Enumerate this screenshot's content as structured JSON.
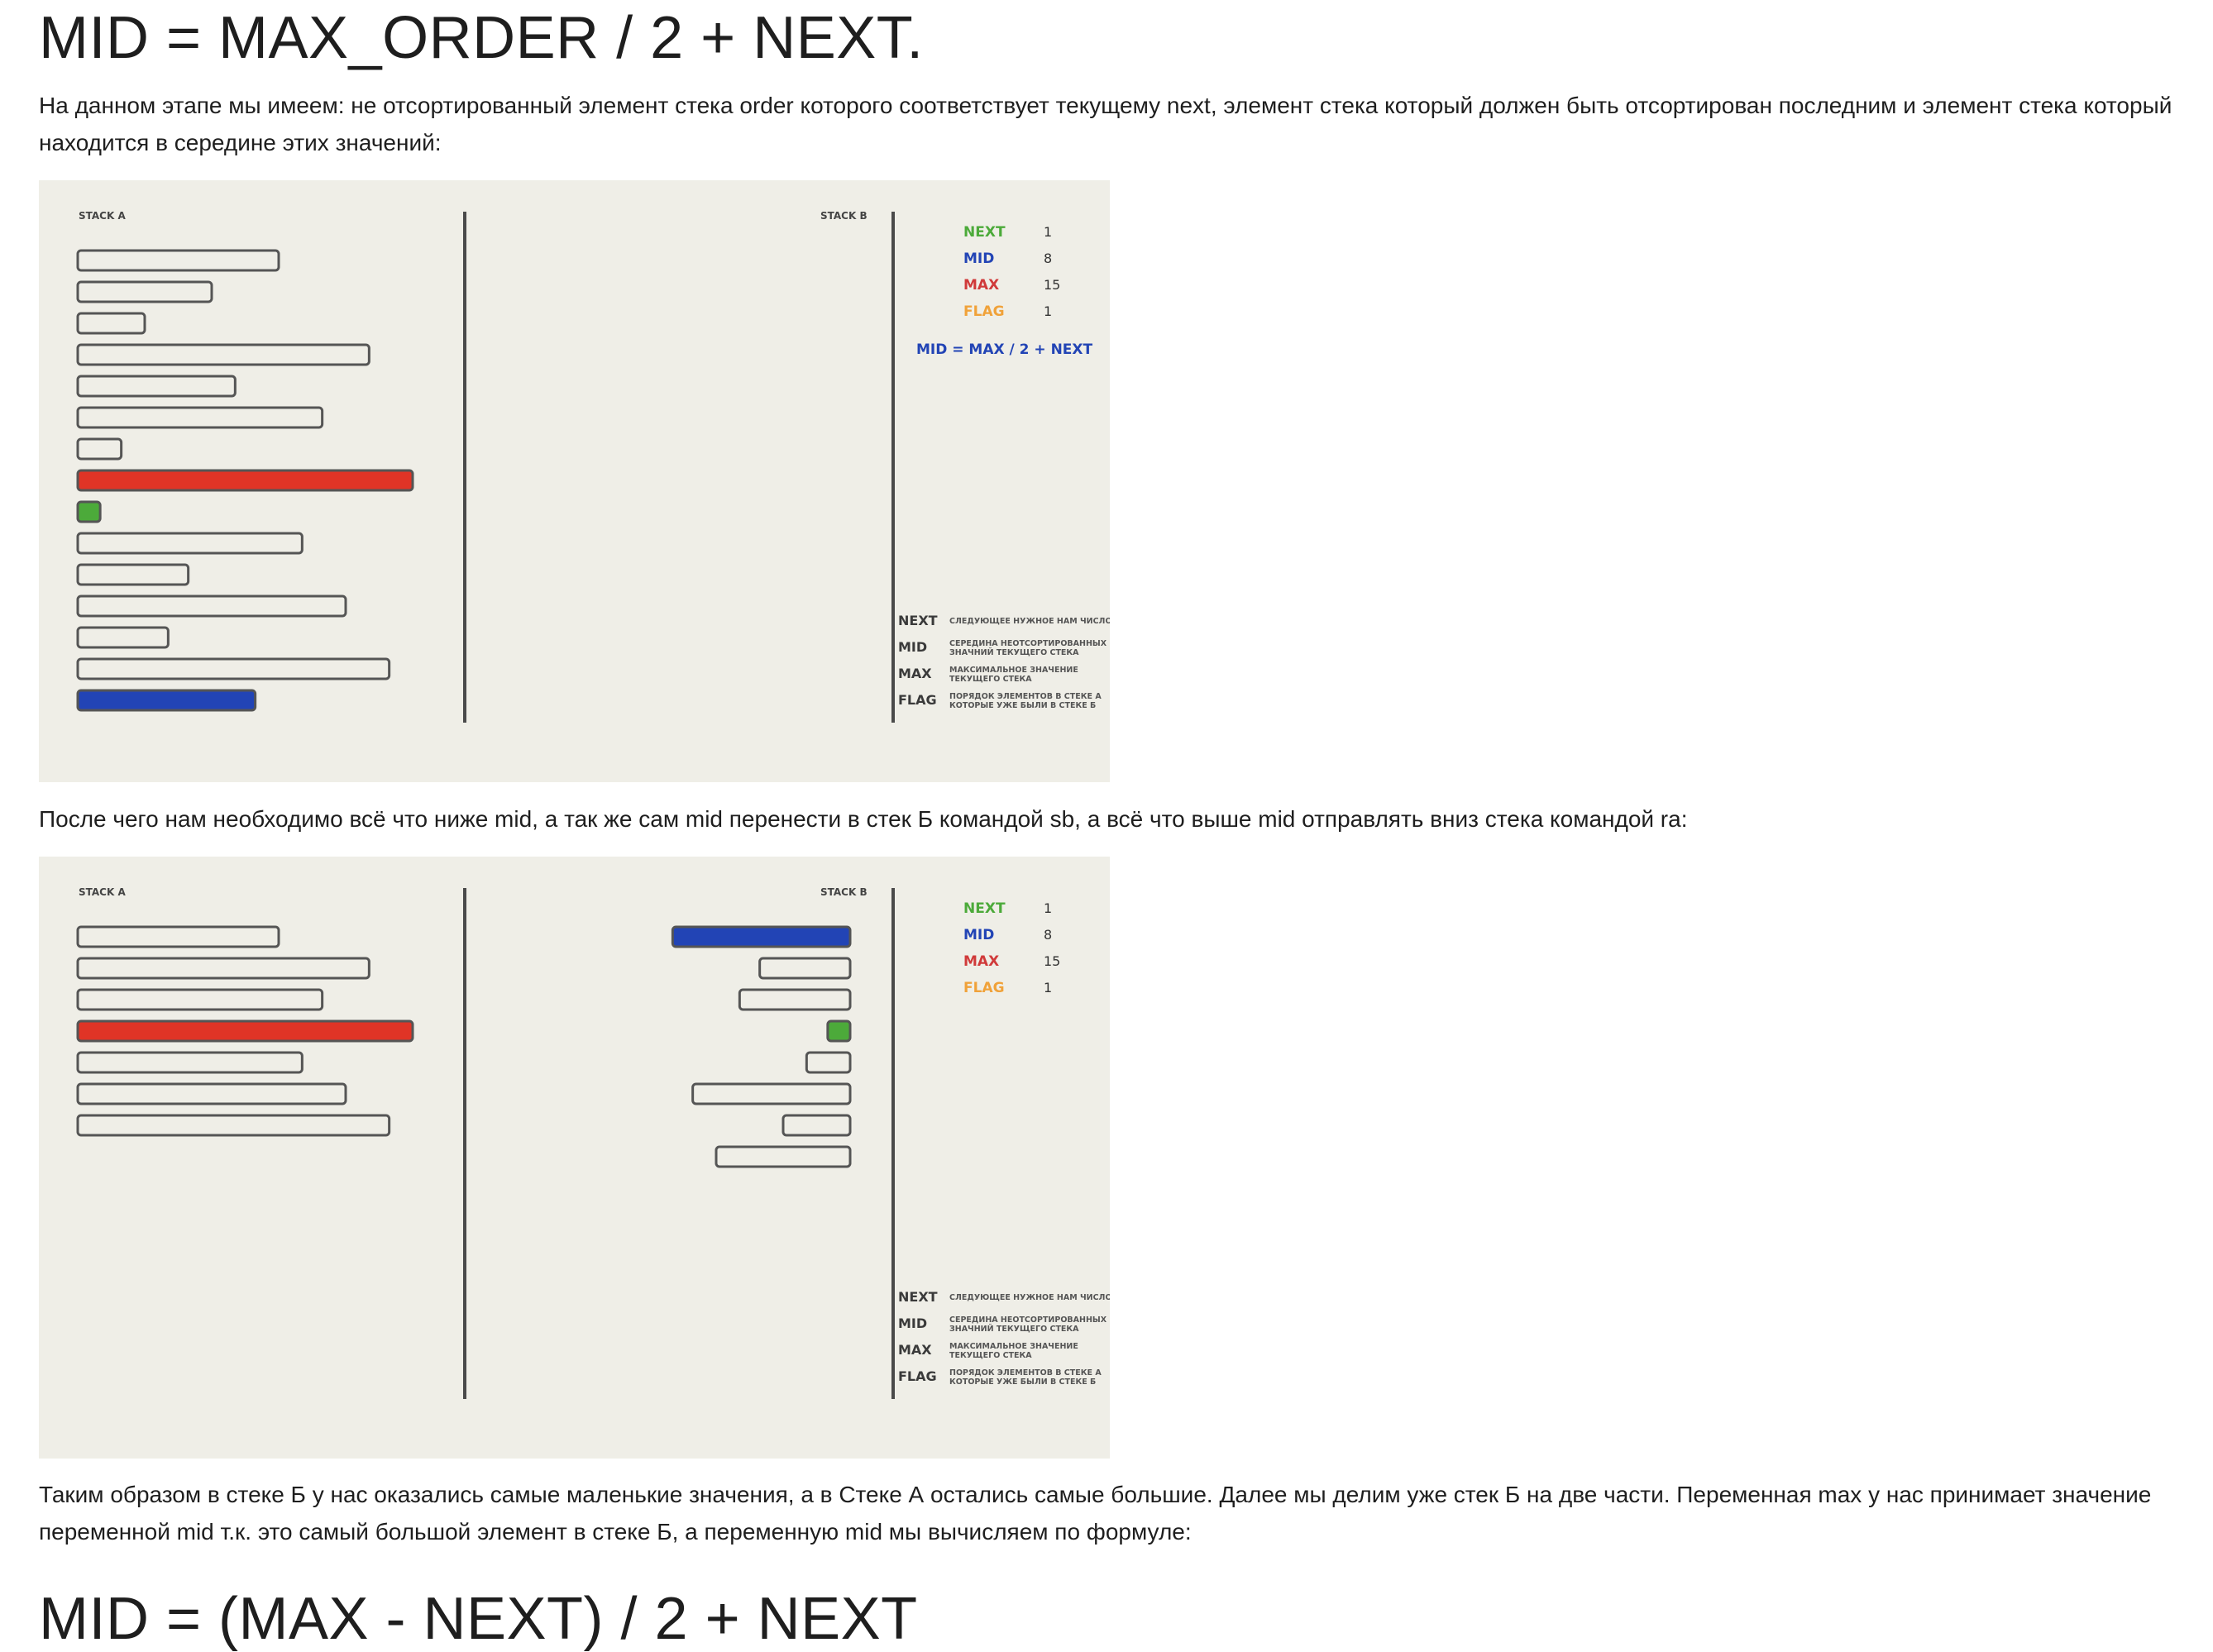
{
  "heading_top": "MID = MAX_ORDER / 2 + NEXT.",
  "paragraph_1": "На данном этапе мы имеем: не отсортированный элемент стека order которого соответствует текущему next, элемент стека который должен быть отсортирован последним и элемент стека который находится в середине этих значений:",
  "paragraph_2": "После чего нам необходимо всё что ниже mid, а так же сам mid перенести в стек Б командой sb, а всё что выше mid отправлять вниз стека командой ra:",
  "paragraph_3": "Таким образом в стеке Б у нас оказались самые маленькие значения, а в Стеке А остались самые большие. Далее мы делим уже стек Б на две части. Переменная max у нас принимает значение переменной mid т.к. это самый большой элемент в стеке Б, а переменную mid мы вычисляем по формуле:",
  "heading_bottom": "MID = (MAX - NEXT) / 2 + NEXT",
  "colors": {
    "figure_bg": "#efeee7",
    "bar_fill": "#efeee7",
    "bar_stroke": "#555555",
    "red": "#e03426",
    "blue": "#2244b5",
    "green": "#4caa3a",
    "next_color": "#4caa3a",
    "mid_color": "#2244b5",
    "max_color": "#d03a3a",
    "flag_color": "#f0a23a"
  },
  "figures": [
    {
      "stack_a_label": "STACK A",
      "stack_b_label": "STACK B",
      "vars": [
        {
          "name": "NEXT",
          "value": "1",
          "color": "green"
        },
        {
          "name": "MID",
          "value": "8",
          "color": "blue"
        },
        {
          "name": "MAX",
          "value": "15",
          "color": "red"
        },
        {
          "name": "FLAG",
          "value": "1",
          "color": "orange"
        }
      ],
      "formula": "MID = MAX / 2 + NEXT",
      "stack_a": [
        {
          "w": 0.6,
          "c": "empty"
        },
        {
          "w": 0.4,
          "c": "empty"
        },
        {
          "w": 0.2,
          "c": "empty"
        },
        {
          "w": 0.87,
          "c": "empty"
        },
        {
          "w": 0.47,
          "c": "empty"
        },
        {
          "w": 0.73,
          "c": "empty"
        },
        {
          "w": 0.13,
          "c": "empty"
        },
        {
          "w": 1.0,
          "c": "red"
        },
        {
          "w": 0.067,
          "c": "green"
        },
        {
          "w": 0.67,
          "c": "empty"
        },
        {
          "w": 0.33,
          "c": "empty"
        },
        {
          "w": 0.8,
          "c": "empty"
        },
        {
          "w": 0.27,
          "c": "empty"
        },
        {
          "w": 0.93,
          "c": "empty"
        },
        {
          "w": 0.53,
          "c": "blue"
        }
      ],
      "stack_b": [],
      "legend": [
        {
          "key": "NEXT",
          "lines": [
            "СЛЕДУЮЩЕЕ НУЖНОЕ НАМ ЧИСЛО"
          ]
        },
        {
          "key": "MID",
          "lines": [
            "СЕРЕДИНА НЕОТСОРТИРОВАННЫХ",
            "ЗНАЧНИЙ ТЕКУЩЕГО СТЕКА"
          ]
        },
        {
          "key": "MAX",
          "lines": [
            "МАКСИМАЛЬНОЕ ЗНАЧЕНИЕ",
            "ТЕКУЩЕГО СТЕКА"
          ]
        },
        {
          "key": "FLAG",
          "lines": [
            "ПОРЯДОК ЭЛЕМЕНТОВ В СТЕКЕ А",
            "КОТОРЫЕ УЖЕ БЫЛИ В СТЕКЕ Б"
          ]
        }
      ]
    },
    {
      "stack_a_label": "STACK A",
      "stack_b_label": "STACK B",
      "vars": [
        {
          "name": "NEXT",
          "value": "1",
          "color": "green"
        },
        {
          "name": "MID",
          "value": "8",
          "color": "blue"
        },
        {
          "name": "MAX",
          "value": "15",
          "color": "red"
        },
        {
          "name": "FLAG",
          "value": "1",
          "color": "orange"
        }
      ],
      "formula": "",
      "stack_a": [
        {
          "w": 0.6,
          "c": "empty"
        },
        {
          "w": 0.87,
          "c": "empty"
        },
        {
          "w": 0.73,
          "c": "empty"
        },
        {
          "w": 1.0,
          "c": "red"
        },
        {
          "w": 0.67,
          "c": "empty"
        },
        {
          "w": 0.8,
          "c": "empty"
        },
        {
          "w": 0.93,
          "c": "empty"
        }
      ],
      "stack_b": [
        {
          "w": 0.53,
          "c": "blue"
        },
        {
          "w": 0.27,
          "c": "empty"
        },
        {
          "w": 0.33,
          "c": "empty"
        },
        {
          "w": 0.067,
          "c": "green"
        },
        {
          "w": 0.13,
          "c": "empty"
        },
        {
          "w": 0.47,
          "c": "empty"
        },
        {
          "w": 0.2,
          "c": "empty"
        },
        {
          "w": 0.4,
          "c": "empty"
        }
      ],
      "legend": [
        {
          "key": "NEXT",
          "lines": [
            "СЛЕДУЮЩЕЕ НУЖНОЕ НАМ ЧИСЛО"
          ]
        },
        {
          "key": "MID",
          "lines": [
            "СЕРЕДИНА НЕОТСОРТИРОВАННЫХ",
            "ЗНАЧНИЙ ТЕКУЩЕГО СТЕКА"
          ]
        },
        {
          "key": "MAX",
          "lines": [
            "МАКСИМАЛЬНОЕ ЗНАЧЕНИЕ",
            "ТЕКУЩЕГО СТЕКА"
          ]
        },
        {
          "key": "FLAG",
          "lines": [
            "ПОРЯДОК ЭЛЕМЕНТОВ В СТЕКЕ А",
            "КОТОРЫЕ УЖЕ БЫЛИ В СТЕКЕ Б"
          ]
        }
      ]
    }
  ]
}
